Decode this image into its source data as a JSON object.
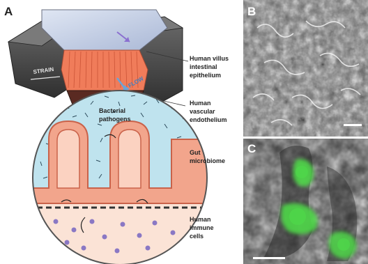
{
  "panels": {
    "a": {
      "letter": "A"
    },
    "b": {
      "letter": "B"
    },
    "c": {
      "letter": "C"
    }
  },
  "device": {
    "strain": "STRAIN",
    "flow": "FLOW"
  },
  "labels": {
    "villus": [
      "Human villus",
      "intestinal",
      "epithelium"
    ],
    "endothelium": [
      "Human",
      "vascular",
      "endothelium"
    ],
    "pathogens": [
      "Bacterial",
      "pathogens"
    ],
    "microbiome": [
      "Gut",
      "microbiome"
    ],
    "immune": [
      "Human",
      "immune",
      "cells"
    ]
  },
  "colors": {
    "villus_fill": "#f2a58c",
    "villus_edge": "#c9624a",
    "lumen": "#bfe3ee",
    "tissue": "#fbe3d6",
    "immune_cell": "#8a78c4",
    "flow_arrow": "#6aa3d8",
    "chip_body": "#4a4a4a",
    "fluorescence": "#4fd84a"
  }
}
